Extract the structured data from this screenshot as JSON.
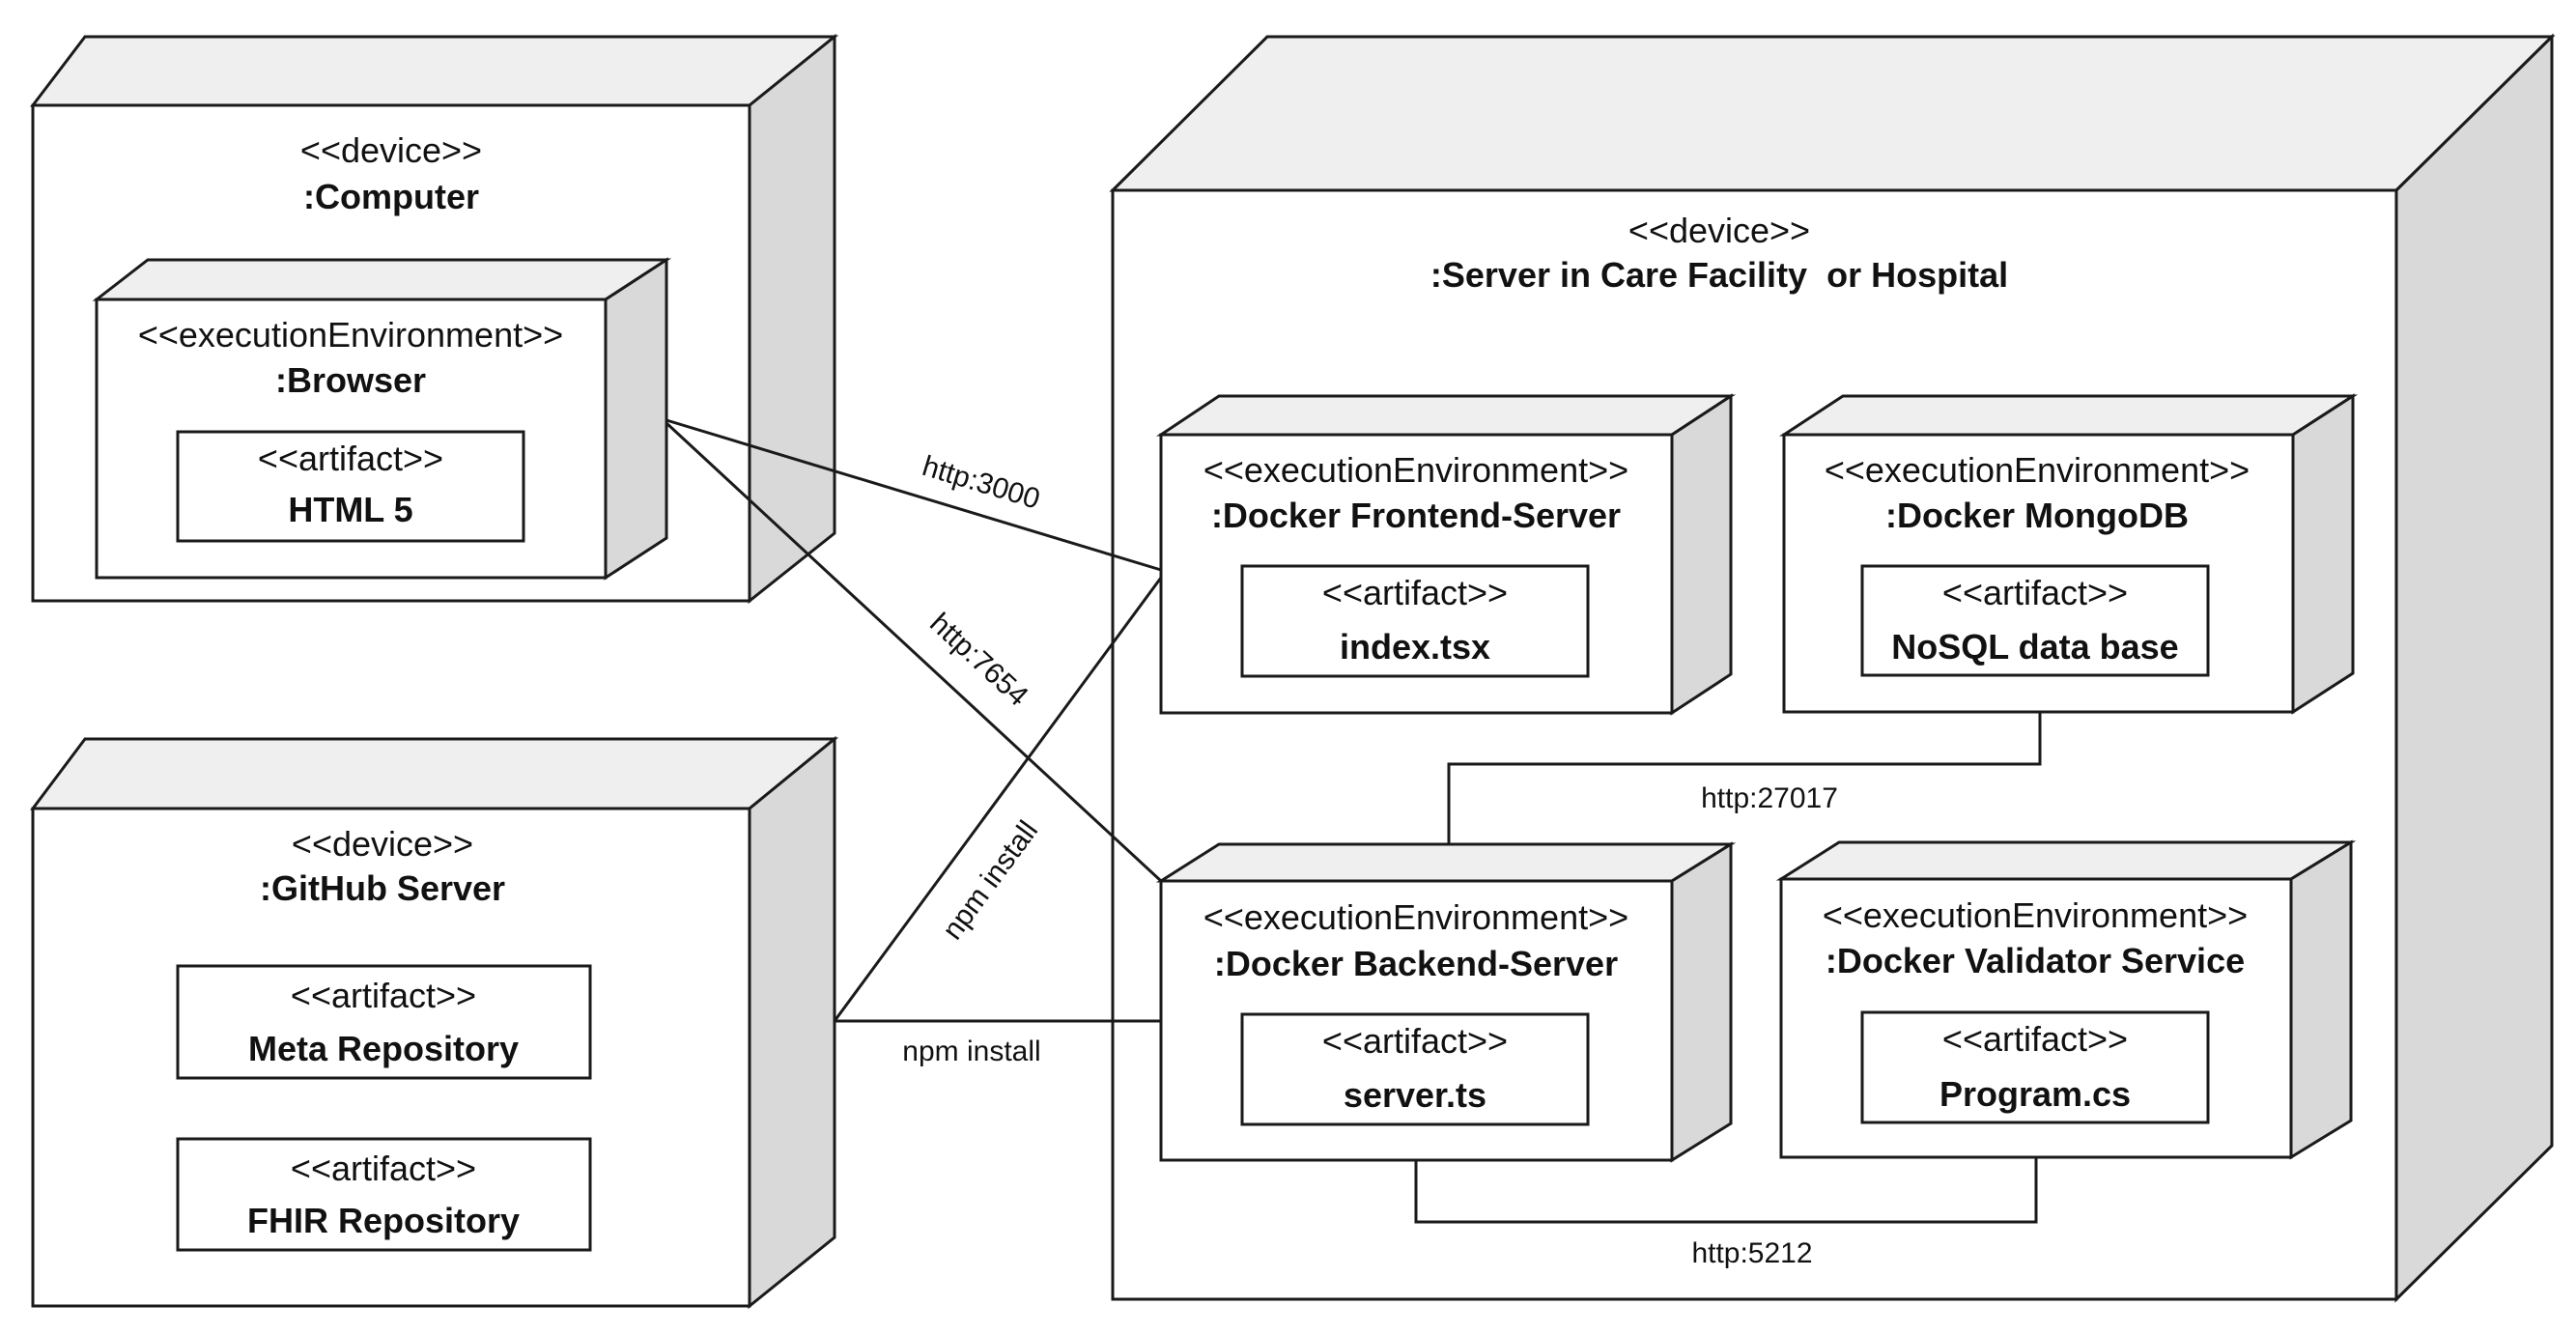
{
  "nodes": {
    "computer": {
      "stereotype": "<<device>>",
      "name": ":Computer",
      "browser": {
        "stereotype": "<<executionEnvironment>>",
        "name": ":Browser",
        "artifact": {
          "stereotype": "<<artifact>>",
          "name": "HTML 5"
        }
      }
    },
    "github": {
      "stereotype": "<<device>>",
      "name": ":GitHub Server",
      "artifacts": [
        {
          "stereotype": "<<artifact>>",
          "name": "Meta Repository"
        },
        {
          "stereotype": "<<artifact>>",
          "name": "FHIR Repository"
        }
      ]
    },
    "server": {
      "stereotype": "<<device>>",
      "name": ":Server in Care Facility  or Hospital",
      "frontend": {
        "stereotype": "<<executionEnvironment>>",
        "name": ":Docker Frontend-Server",
        "artifact": {
          "stereotype": "<<artifact>>",
          "name": "index.tsx"
        }
      },
      "mongodb": {
        "stereotype": "<<executionEnvironment>>",
        "name": ":Docker MongoDB",
        "artifact": {
          "stereotype": "<<artifact>>",
          "name": "NoSQL data base"
        }
      },
      "backend": {
        "stereotype": "<<executionEnvironment>>",
        "name": ":Docker Backend-Server",
        "artifact": {
          "stereotype": "<<artifact>>",
          "name": "server.ts"
        }
      },
      "validator": {
        "stereotype": "<<executionEnvironment>>",
        "name": ":Docker Validator Service",
        "artifact": {
          "stereotype": "<<artifact>>",
          "name": "Program.cs"
        }
      }
    }
  },
  "connections": {
    "browser_frontend": "http:3000",
    "browser_backend": "http:7654",
    "github_frontend": "npm install",
    "github_backend": "npm install",
    "backend_mongodb": "http:27017",
    "backend_validator": "http:5212"
  }
}
